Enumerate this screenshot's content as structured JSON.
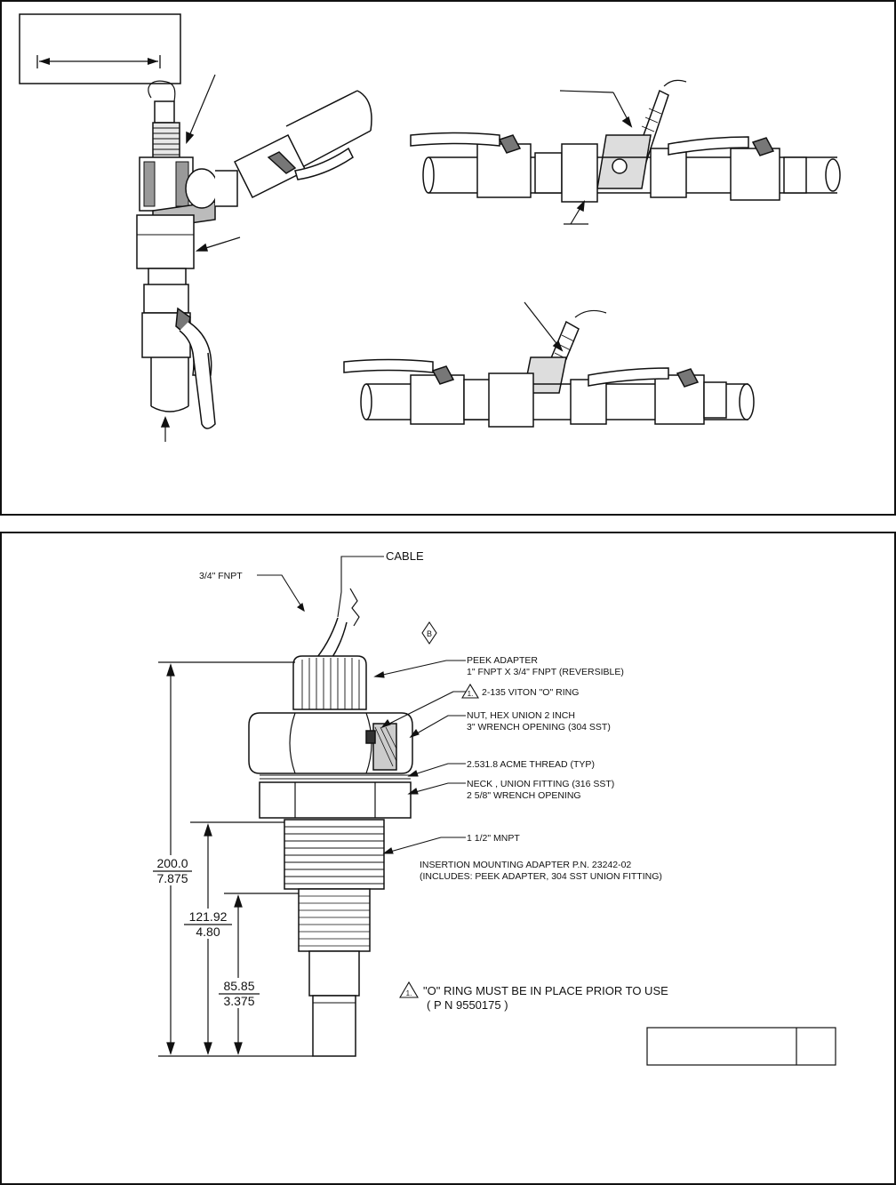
{
  "figure_top": {
    "legend_box": {
      "arrow_label": ""
    }
  },
  "figure_bottom": {
    "labels": {
      "cable": "CABLE",
      "fnpt": "3/4\" FNPT",
      "rev_mark": "B",
      "peek_adapter_1": "PEEK ADAPTER",
      "peek_adapter_2": "1\" FNPT X 3/4\" FNPT (REVERSIBLE)",
      "oring_ref": "1.",
      "oring": "2-135 VITON \"O\" RING",
      "nut_1": "NUT, HEX UNION 2 INCH",
      "nut_2": "3\" WRENCH OPENING (304 SST)",
      "acme": "2.531.8 ACME THREAD (TYP)",
      "neck_1": "NECK , UNION FITTING (316 SST)",
      "neck_2": "2 5/8\" WRENCH OPENING",
      "mnpt": "1 1/2\" MNPT",
      "adapter_1": "INSERTION MOUNTING ADAPTER P.N. 23242-02",
      "adapter_2": "(INCLUDES: PEEK ADAPTER, 304 SST UNION FITTING)",
      "note_ref": "1.",
      "note_1": "\"O\" RING MUST BE IN PLACE PRIOR TO USE",
      "note_2": "( P N 9550175 )"
    },
    "dimensions": [
      {
        "mm": "200.0",
        "in": "7.875"
      },
      {
        "mm": "121.92",
        "in": "4.80"
      },
      {
        "mm": "85.85",
        "in": "3.375"
      }
    ]
  }
}
